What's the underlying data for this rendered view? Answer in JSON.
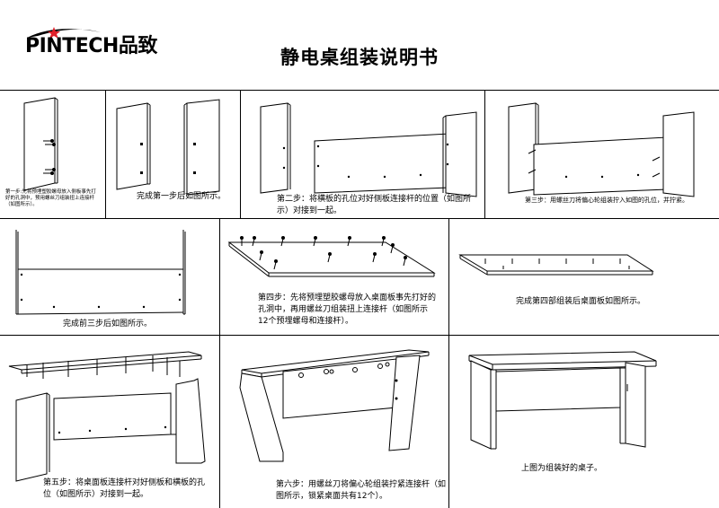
{
  "brand": {
    "name": "PINTECH",
    "cn": "品致"
  },
  "title": "静电桌组装说明书",
  "steps": [
    {
      "text": "第一步:先将预埋塑胶螺母放入侧板事先打好的孔洞中，预用螺丝刀组装扭上连接杆（如图所示）。"
    },
    {
      "text": "完成第一步后如图所示。"
    },
    {
      "text": "第二步：将横板的孔位对好侧板连接杆的位置（如图所示）对接到一起。"
    },
    {
      "text": "第三步：用螺丝刀将偏心轮组装拧入如图的孔位，并拧紧。"
    },
    {
      "text": "完成前三步后如图所示。"
    },
    {
      "text": "第四步：先将预埋塑胶螺母放入桌面板事先打好的孔洞中，再用螺丝刀组装扭上连接杆（如图所示12个预埋螺母和连接杆）。"
    },
    {
      "text": "完成第四部组装后桌面板如图所示。"
    },
    {
      "text": "第五步：将桌面板连接杆对好侧板和横板的孔位（如图所示）对接到一起。"
    },
    {
      "text": "第六步：用螺丝刀将偏心轮组装拧紧连接杆（如图所示，锁紧桌面共有12个）。"
    },
    {
      "text": "上图为组装好的桌子。"
    }
  ],
  "colors": {
    "ink": "#000000",
    "star": "#e0202a"
  }
}
